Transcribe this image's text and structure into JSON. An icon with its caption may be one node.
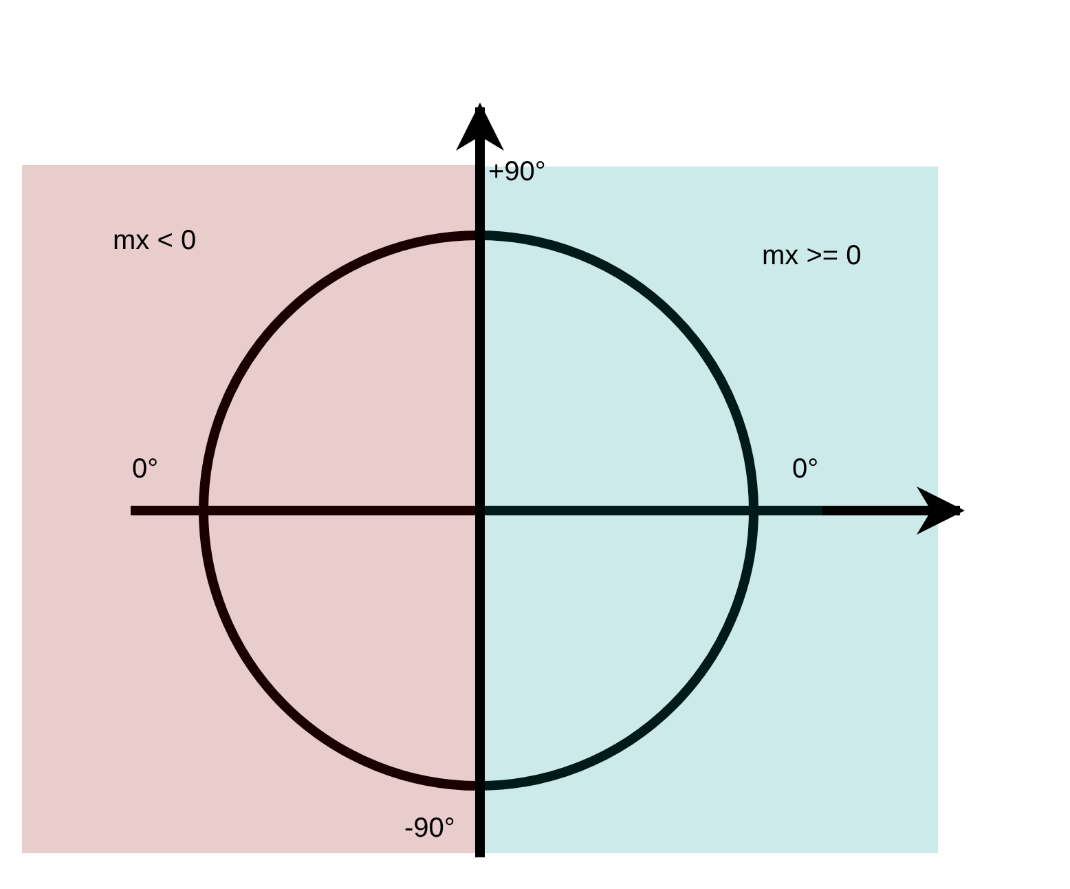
{
  "diagram": {
    "nodes": [
      {
        "text": [
          "mx < 0"
        ]
      },
      {
        "text": [
          "mx >= 0"
        ]
      }
    ],
    "edges": [],
    "labels": [
      "+90°",
      "0°",
      "0°",
      "-90°"
    ]
  }
}
